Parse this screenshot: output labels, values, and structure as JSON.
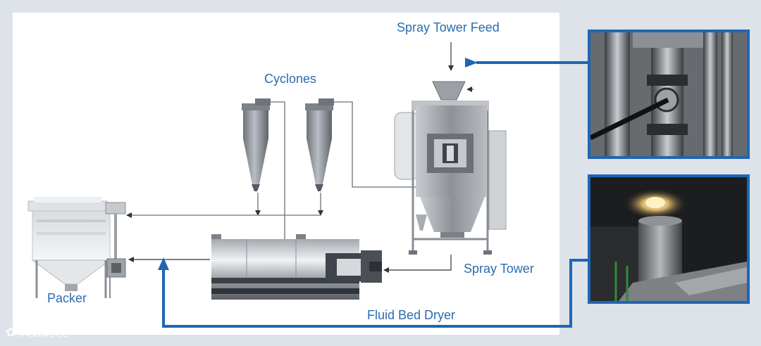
{
  "labels": {
    "spray_tower_feed": "Spray Tower Feed",
    "cyclones": "Cyclones",
    "spray_tower": "Spray Tower",
    "packer": "Packer",
    "fluid_bed_dryer": "Fluid Bed Dryer"
  },
  "watermark": "大数跨境",
  "colors": {
    "label_blue": "#2b6cb0",
    "frame_blue": "#1f66b5",
    "background": "#dde3e9",
    "panel": "#ffffff",
    "equipment_gray": "#8a8f96"
  },
  "icons": {
    "watermark_logo": "paw-icon"
  }
}
